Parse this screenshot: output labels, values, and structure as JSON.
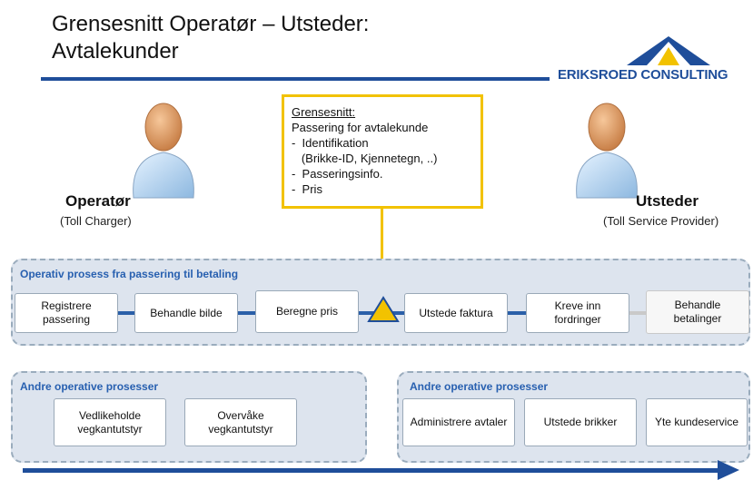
{
  "title": {
    "line1": "Grensesnitt Operatør – Utsteder:",
    "line2": "Avtalekunder"
  },
  "logo": {
    "text": "ERIKSROED CONSULTING",
    "icon": "tent-icon"
  },
  "colors": {
    "brand_blue": "#1f4e9a",
    "accent_yellow": "#f2c200",
    "panel_bg": "#dde4ee",
    "panel_title": "#2860b0"
  },
  "operator": {
    "label": "Operatør",
    "sub": "(Toll Charger)"
  },
  "issuer": {
    "label": "Utsteder",
    "sub": "(Toll Service Provider)"
  },
  "callout": {
    "title": "Grensesnitt:",
    "subtitle": "Passering for avtalekunde",
    "items": [
      "-  Identifikation",
      "   (Brikke-ID, Kjennetegn, ..)",
      "-  Passeringsinfo.",
      "-  Pris"
    ]
  },
  "main_process": {
    "title": "Operativ prosess fra passering til betaling",
    "steps": [
      "Registrere passering",
      "Behandle bilde",
      "Beregne pris",
      "Utstede faktura",
      "Kreve inn fordringer",
      "Behandle betalinger"
    ]
  },
  "other_left": {
    "title": "Andre operative prosesser",
    "steps": [
      "Vedlikeholde vegkantutstyr",
      "Overvåke vegkantutstyr"
    ]
  },
  "other_right": {
    "title": "Andre operative prosesser",
    "steps": [
      "Administrere avtaler",
      "Utstede brikker",
      "Yte kundeservice"
    ]
  }
}
